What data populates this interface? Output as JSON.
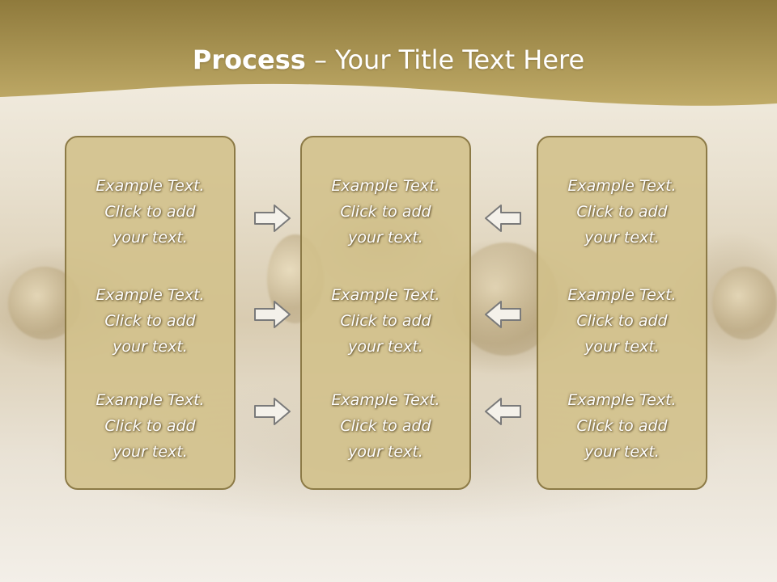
{
  "title": {
    "bold": "Process",
    "rest": " – Your Title Text Here"
  },
  "colors": {
    "header_gold": "#b09a55",
    "box_fill": "#d2c08a",
    "box_border": "#8c7a46"
  },
  "columns": [
    {
      "items": [
        {
          "line1": "Example Text.",
          "line2": "Click  to add",
          "line3": "your text."
        },
        {
          "line1": "Example Text.",
          "line2": "Click  to add",
          "line3": "your text."
        },
        {
          "line1": "Example Text.",
          "line2": "Click  to add",
          "line3": "your text."
        }
      ]
    },
    {
      "items": [
        {
          "line1": "Example Text.",
          "line2": "Click  to add",
          "line3": "your text."
        },
        {
          "line1": "Example Text.",
          "line2": "Click  to add",
          "line3": "your text."
        },
        {
          "line1": "Example Text.",
          "line2": "Click  to add",
          "line3": "your text."
        }
      ]
    },
    {
      "items": [
        {
          "line1": "Example Text.",
          "line2": "Click  to add",
          "line3": "your text."
        },
        {
          "line1": "Example Text.",
          "line2": "Click  to add",
          "line3": "your text."
        },
        {
          "line1": "Example Text.",
          "line2": "Click  to add",
          "line3": "your text."
        }
      ]
    }
  ],
  "arrows": {
    "left_group": "right-arrow-icon",
    "right_group": "left-arrow-icon"
  }
}
